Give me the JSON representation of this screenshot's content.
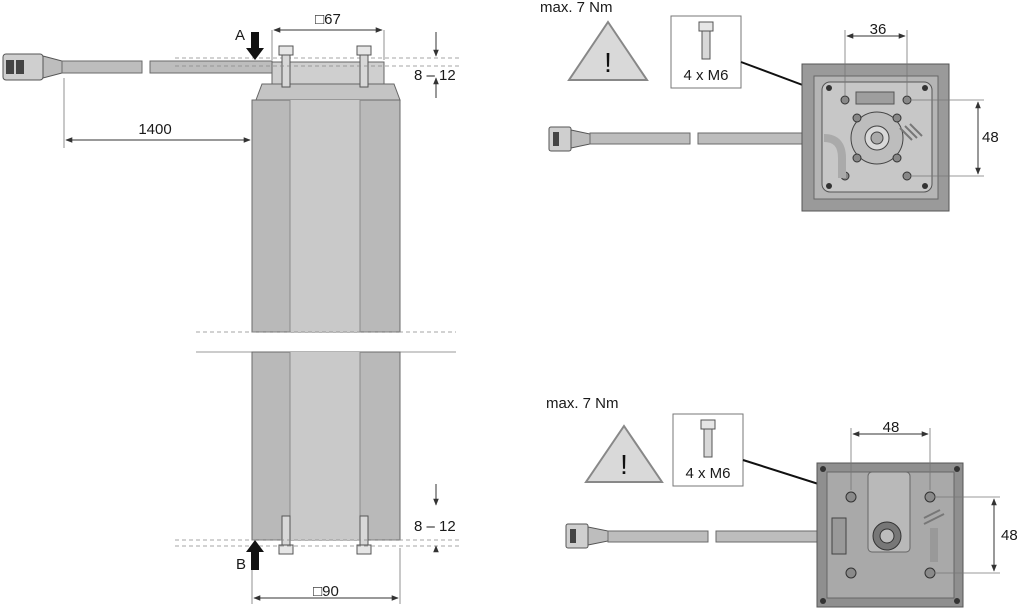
{
  "side_view": {
    "top_square_dim": "□67",
    "bottom_square_dim": "□90",
    "cable_length": "1400",
    "top_range": "8 – 12",
    "bottom_range": "8 – 12",
    "marker_top": "A",
    "marker_bottom": "B"
  },
  "top_view_a": {
    "torque": "max. 7 Nm",
    "screw_spec": "4 x M6",
    "dim_horizontal": "36",
    "dim_vertical": "48"
  },
  "top_view_b": {
    "torque": "max. 7 Nm",
    "screw_spec": "4 x M6",
    "dim_horizontal": "48",
    "dim_vertical": "48"
  },
  "colors": {
    "body": "#b9b9b9",
    "plate": "#9a9a9a",
    "warning_fill": "#d9d9d9"
  }
}
